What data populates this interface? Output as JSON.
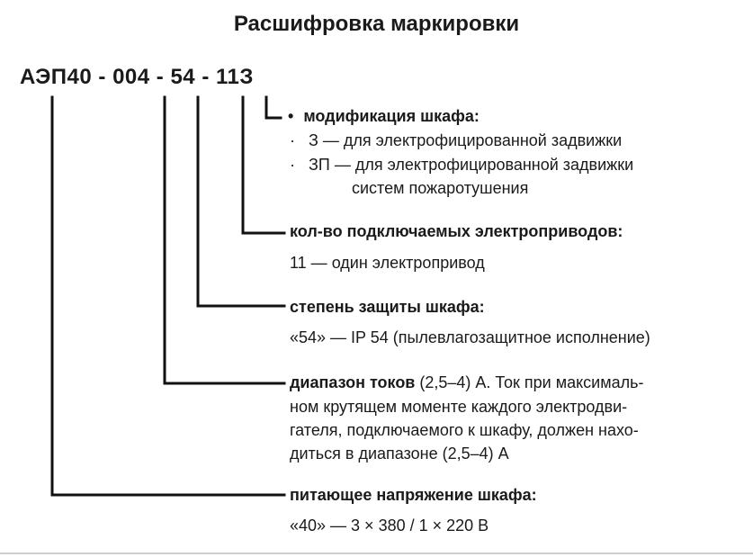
{
  "title": "Расшифровка маркировки",
  "code": "АЭП40 - 004 - 54 - 11З",
  "sections": {
    "modification": {
      "heading": "модификация шкафа:",
      "items": [
        "З — для электрофицированной задвижки",
        "ЗП — для электрофицированной задвижки"
      ],
      "continuation": "систем пожаротушения"
    },
    "drives": {
      "heading": "кол-во подключаемых электроприводов:",
      "lines": [
        "11 — один электропривод"
      ]
    },
    "protection": {
      "heading": "степень защиты шкафа:",
      "lines": [
        "«54» — IP 54 (пылевлагозащитное исполнение)"
      ]
    },
    "current": {
      "heading": "диапазон токов",
      "heading_rest": " (2,5–4) А. Ток при максималь-",
      "lines": [
        "ном крутящем моменте каждого электродви-",
        "гателя, подключаемого к шкафу, должен нахо-",
        "диться в диапазоне (2,5–4) А"
      ]
    },
    "voltage": {
      "heading": "питающее напряжение шкафа:",
      "lines": [
        "«40» — 3 × 380 / 1 × 220 В"
      ]
    }
  },
  "bullet_glyph": "•",
  "small_bullet_glyph": "·",
  "colors": {
    "text": "#1a1a1a",
    "line": "#111111"
  }
}
